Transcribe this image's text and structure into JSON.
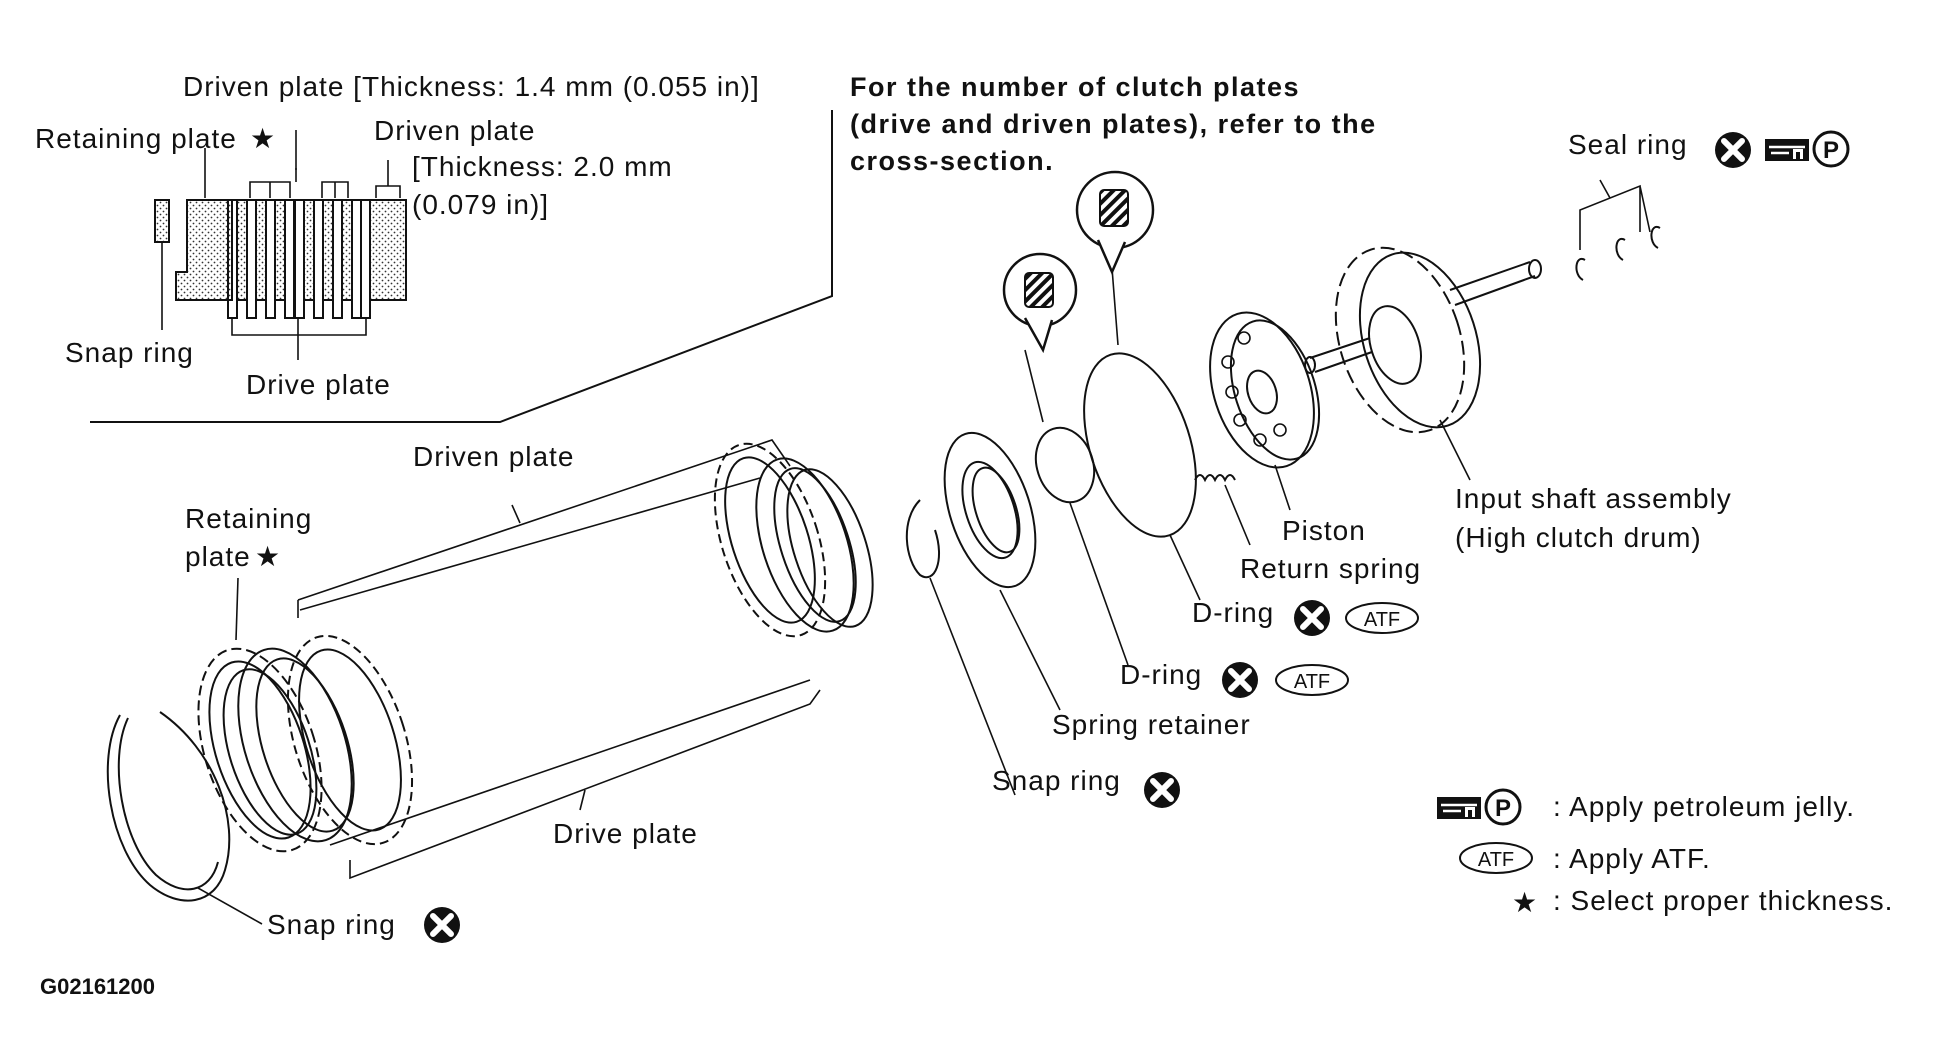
{
  "figure_code": "G02161200",
  "note": {
    "line1": "For the number of clutch plates",
    "line2": "(drive and driven plates), refer to the",
    "line3": "cross-section."
  },
  "cross_section": {
    "driven_plate_thin": "Driven plate [Thickness: 1.4 mm (0.055 in)]",
    "driven_plate_thick_title": "Driven plate",
    "driven_plate_thick_spec1": "[Thickness: 2.0 mm",
    "driven_plate_thick_spec2": "(0.079 in)]",
    "retaining_plate": "Retaining plate",
    "snap_ring": "Snap ring",
    "drive_plate": "Drive plate"
  },
  "exploded": {
    "driven_plate": "Driven plate",
    "retaining_plate_1": "Retaining",
    "retaining_plate_2": "plate",
    "drive_plate": "Drive plate",
    "snap_ring_front": "Snap ring",
    "snap_ring_mid": "Snap ring",
    "spring_retainer": "Spring retainer",
    "d_ring_inner": "D-ring",
    "d_ring_outer": "D-ring",
    "return_spring": "Return spring",
    "piston": "Piston",
    "input_shaft_1": "Input shaft assembly",
    "input_shaft_2": "(High clutch drum)",
    "seal_ring": "Seal ring"
  },
  "symbols": {
    "atf_badge": "ATF",
    "petroleum_badge": "P",
    "star": "★"
  },
  "legend": {
    "petroleum": ": Apply petroleum jelly.",
    "atf": ": Apply ATF.",
    "thickness": ": Select proper thickness."
  }
}
